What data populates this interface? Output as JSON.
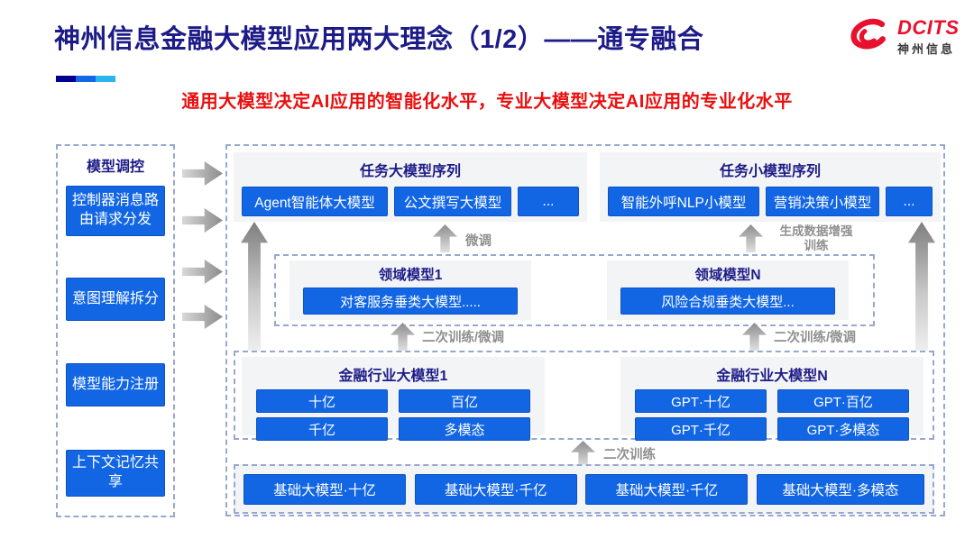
{
  "header": {
    "title": "神州信息金融大模型应用两大理念（1/2）——通专融合",
    "subtitle": "通用大模型决定AI应用的智能化水平，专业大模型决定AI应用的专业化水平",
    "logo": {
      "brand": "DCITS",
      "brand_cn": "神州信息"
    },
    "accent_colors": [
      "#00008f",
      "#1468e8",
      "#2cb5ea"
    ]
  },
  "sidebar": {
    "title": "模型调控",
    "items": [
      {
        "label": "控制器消息路由请求分发"
      },
      {
        "label": "意图理解拆分"
      },
      {
        "label": "模型能力注册"
      },
      {
        "label": "上下文记忆共享"
      }
    ]
  },
  "diagram": {
    "task_large": {
      "title": "任务大模型序列",
      "items": [
        "Agent智能体大模型",
        "公文撰写大模型",
        "..."
      ]
    },
    "task_small": {
      "title": "任务小模型序列",
      "items": [
        "智能外呼NLP小模型",
        "营销决策小模型",
        "..."
      ]
    },
    "arrows": {
      "finetune": "微调",
      "gen_line1": "生成数据增强",
      "gen_line2": "训练",
      "secondary": "二次训练/微调",
      "base": "二次训练"
    },
    "domain": {
      "groups": [
        {
          "title": "领域模型1",
          "item": "对客服务垂类大模型....."
        },
        {
          "title": "领域模型N",
          "item": "风险合规垂类大模型..."
        }
      ]
    },
    "industry": {
      "groups": [
        {
          "title": "金融行业大模型1",
          "items": [
            "十亿",
            "百亿",
            "千亿",
            "多模态"
          ]
        },
        {
          "title": "金融行业大模型N",
          "items": [
            "GPT·十亿",
            "GPT·百亿",
            "GPT·千亿",
            "GPT·多模态"
          ]
        }
      ]
    },
    "base": {
      "items": [
        "基础大模型·十亿",
        "基础大模型·千亿",
        "基础大模型·千亿",
        "基础大模型·多模态"
      ]
    }
  },
  "colors": {
    "accent_blue": "#1266e4",
    "navy": "#1d1b87",
    "red": "#e90f0f",
    "logo_red": "#e8112d",
    "arrow_gray": "#8f8f8f",
    "dash_border": "#97a8cf"
  }
}
